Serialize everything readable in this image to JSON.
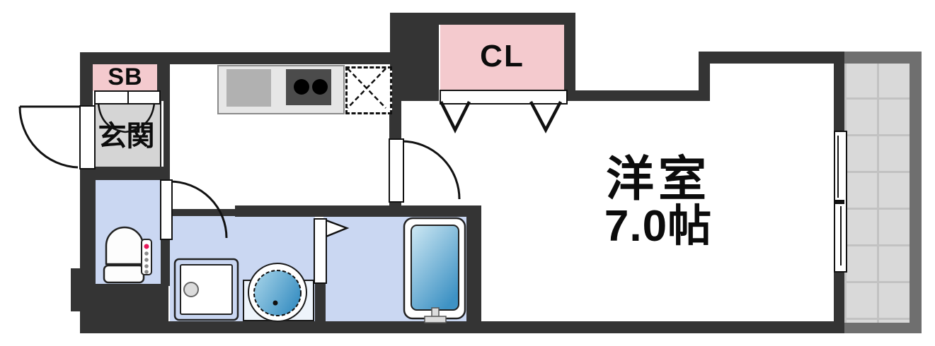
{
  "floor_plan": {
    "rooms": {
      "shoe_box": {
        "label": "SB"
      },
      "entrance": {
        "label": "玄関"
      },
      "closet": {
        "label": "CL"
      },
      "main_room": {
        "name": "洋室",
        "size": "7.0帖"
      }
    },
    "colors": {
      "wall": "#343434",
      "closet_pink": "#f4cace",
      "entrance_gray": "#d5d5d5",
      "wet_floor_blue": "#cad7f2",
      "balcony_frame_gray": "#6f6f6f",
      "balcony_tile_gray": "#d9d9d9",
      "tub_water_blue": "#3e92c4",
      "outline_black": "#111111"
    },
    "fixtures": [
      "kitchen-counter",
      "kitchen-sink",
      "stove",
      "refrigerator-space",
      "toilet",
      "washing-machine-pan",
      "bathroom-sink",
      "bathtub",
      "sliding-window",
      "balcony",
      "entrance-door",
      "room-door",
      "washroom-door",
      "bathroom-folding-door",
      "closet-bifold-door",
      "shoe-box-doors"
    ]
  }
}
